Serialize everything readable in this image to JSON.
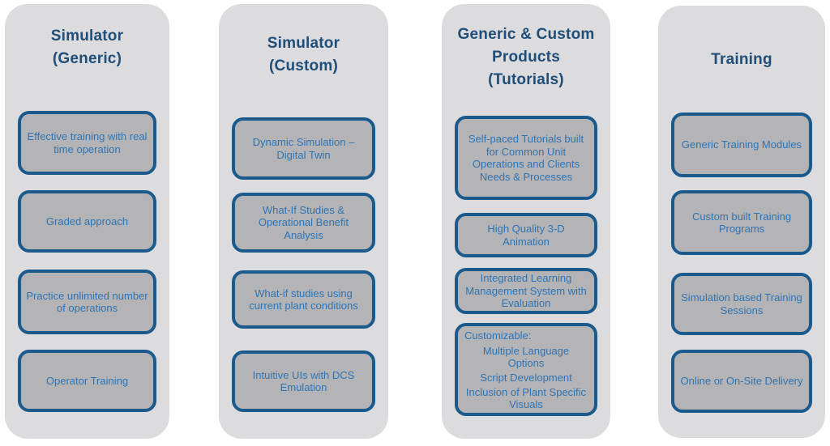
{
  "colors": {
    "panel_bg": "#dcdbdd",
    "box_bg": "#b4b4b6",
    "box_border": "#1a5a8c",
    "title_color": "#1f4e79",
    "box_text": "#2e74b5"
  },
  "columns": [
    {
      "title": "Simulator\n(Generic)",
      "boxes": [
        {
          "label": "Effective training with real\ntime operation"
        },
        {
          "label": "Graded approach"
        },
        {
          "label": "Practice unlimited number\nof operations"
        },
        {
          "label": "Operator Training"
        }
      ]
    },
    {
      "title": "Simulator\n(Custom)",
      "boxes": [
        {
          "label": "Dynamic Simulation –\nDigital Twin"
        },
        {
          "label": "What-If Studies &\nOperational Benefit\nAnalysis"
        },
        {
          "label": "What-if studies using\ncurrent plant conditions"
        },
        {
          "label": "Intuitive UIs with DCS\nEmulation"
        }
      ]
    },
    {
      "title": "Generic & Custom\nProducts\n(Tutorials)",
      "boxes": [
        {
          "label": "Self-paced Tutorials built\nfor Common Unit\nOperations and Clients\nNeeds & Processes"
        },
        {
          "label": "High Quality 3-D\nAnimation"
        },
        {
          "label": "Integrated Learning\nManagement System with\nEvaluation"
        },
        {
          "heading": "Customizable:",
          "items": [
            "Multiple Language\nOptions",
            "Script Development",
            "Inclusion of Plant Specific\nVisuals"
          ]
        }
      ]
    },
    {
      "title": "Training",
      "boxes": [
        {
          "label": "Generic Training Modules"
        },
        {
          "label": "Custom built Training\nPrograms"
        },
        {
          "label": "Simulation based Training\nSessions"
        },
        {
          "label": "Online or On-Site Delivery"
        }
      ]
    }
  ]
}
